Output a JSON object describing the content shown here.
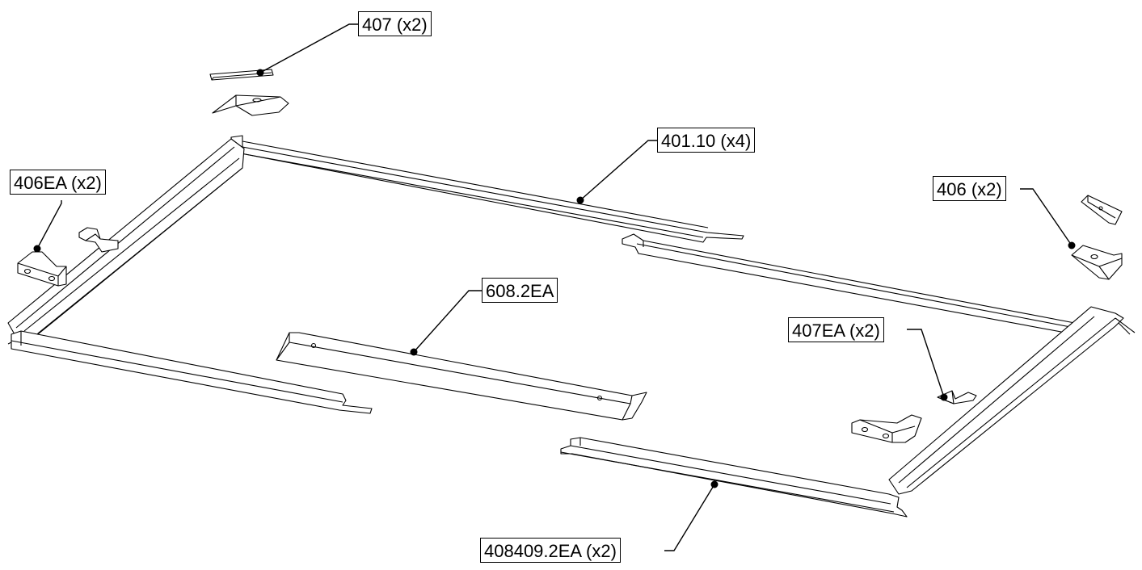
{
  "callouts": {
    "c407": "407 (x2)",
    "c401": "401.10 (x4)",
    "c406ea": "406EA (x2)",
    "c406": "406 (x2)",
    "c608": "608.2EA",
    "c407ea": "407EA (x2)",
    "c408409": "408409.2EA (x2)"
  }
}
